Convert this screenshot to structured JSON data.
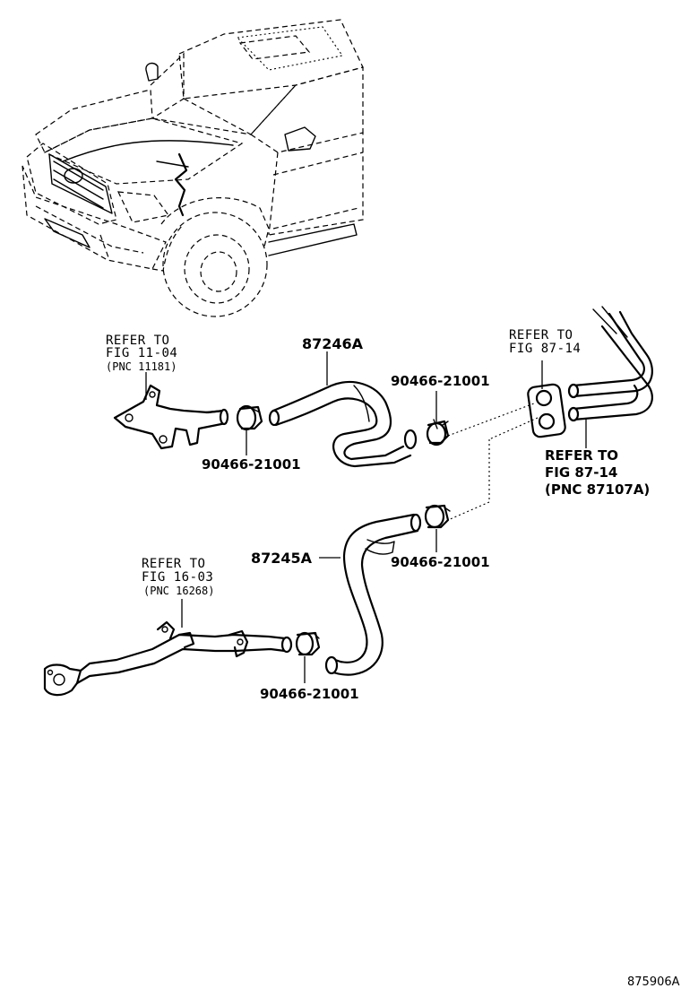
{
  "refs": {
    "ref_top_left": {
      "line1": "REFER TO",
      "line2": "FIG 11-04",
      "line3": "(PNC 11181)"
    },
    "ref_top_right": {
      "line1": "REFER TO",
      "line2": "FIG 87-14"
    },
    "ref_right": {
      "line1": "REFER TO",
      "line2": "FIG 87-14",
      "line3": "(PNC 87107A)"
    },
    "ref_bottom_left": {
      "line1": "REFER TO",
      "line2": "FIG 16-03",
      "line3": "(PNC 16268)"
    }
  },
  "parts": {
    "hose_upper": "87246A",
    "hose_lower": "87245A",
    "clamp_upper_left": "90466-21001",
    "clamp_upper_right": "90466-21001",
    "clamp_lower_right": "90466-21001",
    "clamp_lower_left": "90466-21001"
  },
  "illustration_number": "875906A"
}
